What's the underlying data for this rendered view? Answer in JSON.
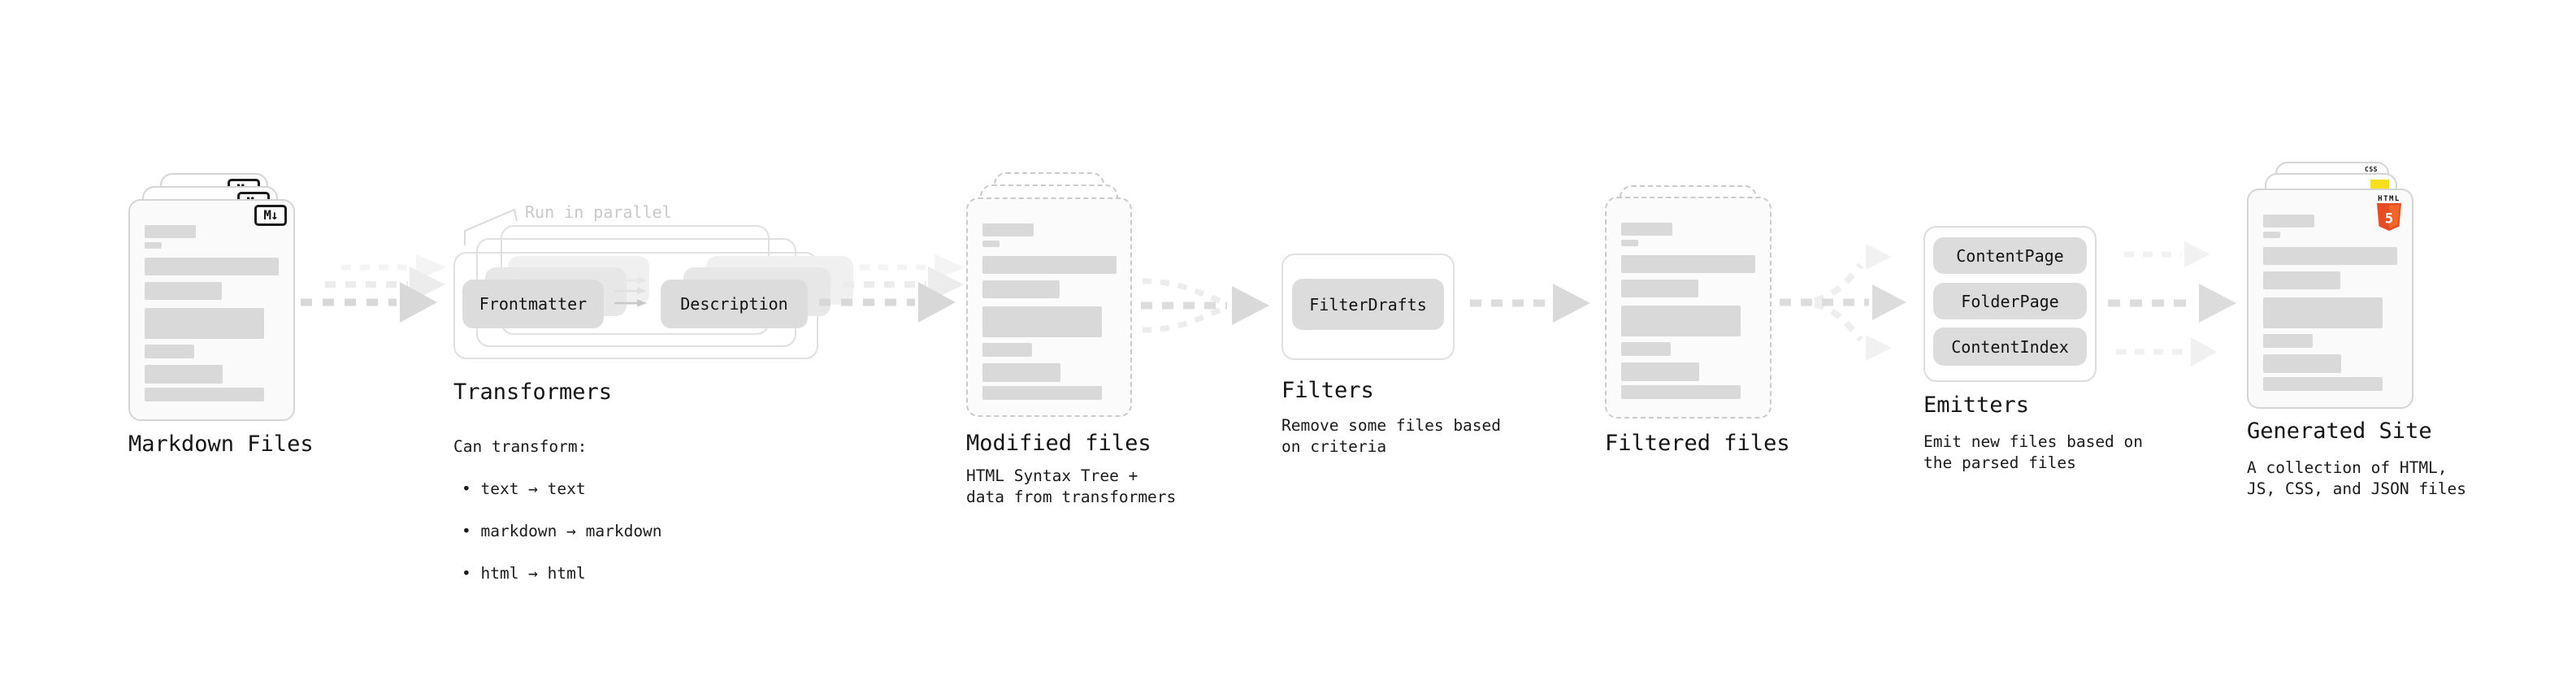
{
  "pipeline": {
    "markdown_files": {
      "label": "Markdown Files",
      "badge": "M↓"
    },
    "transformers": {
      "label": "Transformers",
      "note": "Run in parallel",
      "steps": [
        "Frontmatter",
        "Description"
      ],
      "caption_heading": "Can transform:",
      "caption_items": [
        "• text → text",
        "• markdown → markdown",
        "• html → html"
      ]
    },
    "modified_files": {
      "label": "Modified files",
      "caption": "HTML Syntax Tree +\ndata from transformers"
    },
    "filters": {
      "label": "Filters",
      "steps": [
        "FilterDrafts"
      ],
      "caption": "Remove some files based\non criteria"
    },
    "filtered_files": {
      "label": "Filtered files"
    },
    "emitters": {
      "label": "Emitters",
      "steps": [
        "ContentPage",
        "FolderPage",
        "ContentIndex"
      ],
      "caption": "Emit new files based on\nthe parsed files"
    },
    "generated_site": {
      "label": "Generated Site",
      "caption": "A collection of HTML,\nJS, CSS, and JSON files",
      "badges": {
        "html_label": "HTML",
        "html_number": "5",
        "css_label": "CSS"
      }
    },
    "colors": {
      "placeholder_bar": "#d9d9d9",
      "arrow_dark": "#d8d8d8",
      "arrow_light": "#ececec",
      "pill_bg": "#dcdcdc",
      "html5_orange": "#e44d26",
      "html5_orange_light": "#f16529",
      "js_yellow": "#f7df1e",
      "css_blue": "#2965f1",
      "text": "#141414",
      "muted_note": "#c9c9c9"
    }
  }
}
